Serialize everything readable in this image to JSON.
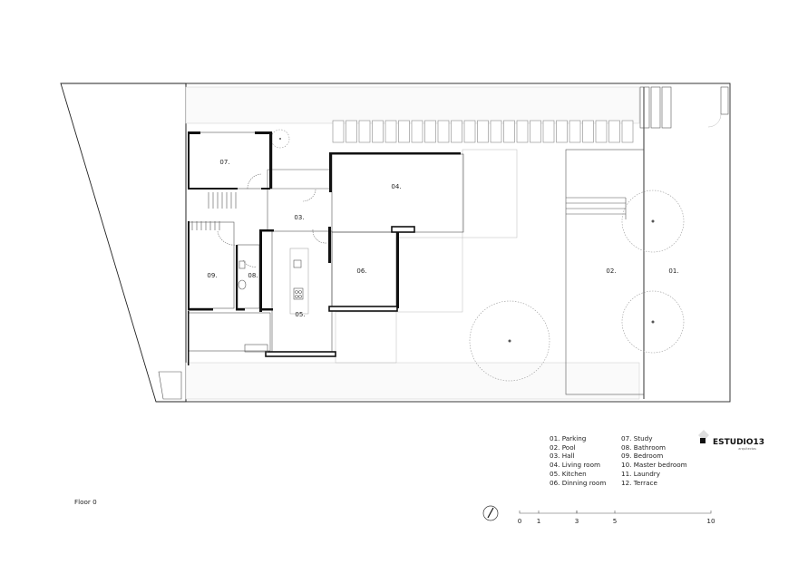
{
  "drawing": {
    "title": "Floor 0",
    "rooms": [
      {
        "id": "07.",
        "name": "Study"
      },
      {
        "id": "04.",
        "name": "Living room"
      },
      {
        "id": "03.",
        "name": "Hall"
      },
      {
        "id": "09.",
        "name": "Bedroom"
      },
      {
        "id": "08.",
        "name": "Bathroom"
      },
      {
        "id": "06.",
        "name": "Dinning room"
      },
      {
        "id": "05.",
        "name": "Kitchen"
      },
      {
        "id": "02.",
        "name": "Pool"
      },
      {
        "id": "01.",
        "name": "Parking"
      }
    ]
  },
  "legend": {
    "col1": [
      "01. Parking",
      "02. Pool",
      "03. Hall",
      "04. Living room",
      "05. Kitchen",
      "06. Dinning room"
    ],
    "col2": [
      "07. Study",
      "08. Bathroom",
      "09. Bedroom",
      "10. Master bedroom",
      "11. Laundry",
      "12. Terrace"
    ]
  },
  "logo": {
    "name": "ESTUDIO13",
    "sub": "arquitectos"
  },
  "scale_bar": {
    "ticks": [
      "0",
      "1",
      "3",
      "5",
      "10"
    ]
  },
  "north_icon": "north-arrow-icon"
}
